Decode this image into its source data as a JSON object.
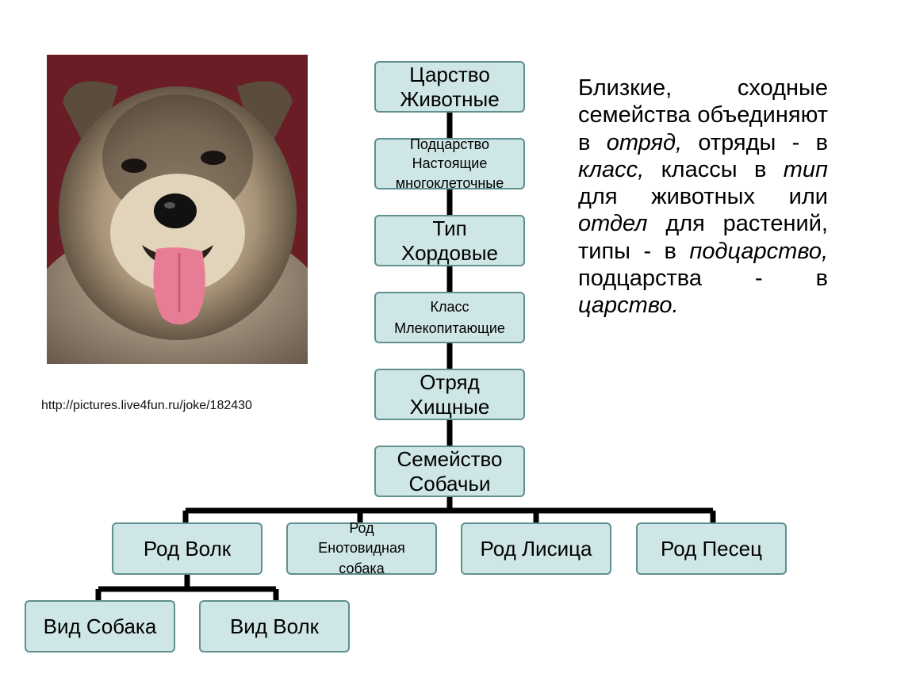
{
  "source_caption": "http://pictures.live4fun.ru/joke/182430",
  "hierarchy": {
    "kingdom": [
      "Царство",
      "Животные"
    ],
    "subkingdom": [
      "Подцарство",
      "Настоящие",
      "многоклеточные"
    ],
    "phylum": [
      "Тип",
      "Хордовые"
    ],
    "class": [
      "Класс",
      "Млекопитающие"
    ],
    "order": [
      "Отряд",
      "Хищные"
    ],
    "family": [
      "Семейство",
      "Собачьи"
    ],
    "genera": [
      {
        "lines": [
          "Род Волк"
        ]
      },
      {
        "lines": [
          "Род",
          "Енотовидная",
          "собака"
        ]
      },
      {
        "lines": [
          "Род Лисица"
        ]
      },
      {
        "lines": [
          "Род Песец"
        ]
      }
    ],
    "species": [
      {
        "lines": [
          "Вид Собака"
        ]
      },
      {
        "lines": [
          "Вид Волк"
        ]
      }
    ]
  },
  "description": {
    "t1": "Близкие, сходные семейства объединяют в ",
    "i1": "отряд,",
    "t2": " отряды - в ",
    "i2": "класс,",
    "t3": " классы в ",
    "i3": "тип",
    "t4": " для животных или ",
    "i4": "отдел",
    "t5": " для растений, типы - в ",
    "i5": "подцарство,",
    "t6": " подцарства - в ",
    "i6": "царство."
  },
  "colors": {
    "node_fill": "#cfe6e6",
    "node_border": "#5f8f8f",
    "connector": "#000000",
    "photo_background": "#6a1d24"
  }
}
